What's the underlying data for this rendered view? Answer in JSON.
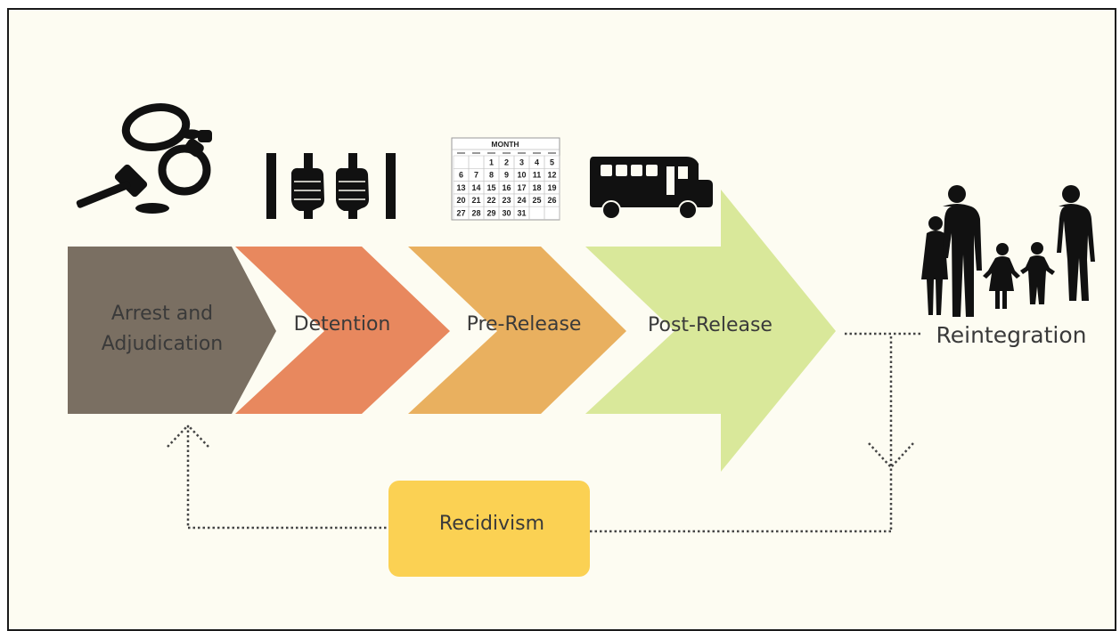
{
  "stages": [
    {
      "line1": "Arrest and",
      "line2": "Adjudication",
      "color": "#7a6f62"
    },
    {
      "line1": "Detention",
      "color": "#e8885e"
    },
    {
      "line1": "Pre-Release",
      "color": "#e9b05f"
    },
    {
      "line1": "Post-Release",
      "color": "#d9e89a"
    }
  ],
  "outcome": {
    "label": "Reintegration"
  },
  "loop": {
    "label": "Recidivism",
    "color": "#fbd153"
  },
  "calendar": {
    "title": "MONTH",
    "rows": [
      [
        "",
        "",
        "1",
        "2",
        "3",
        "4",
        "5"
      ],
      [
        "6",
        "7",
        "8",
        "9",
        "10",
        "11",
        "12"
      ],
      [
        "13",
        "14",
        "15",
        "16",
        "17",
        "18",
        "19"
      ],
      [
        "20",
        "21",
        "22",
        "23",
        "24",
        "25",
        "26"
      ],
      [
        "27",
        "28",
        "29",
        "30",
        "31",
        "",
        ""
      ]
    ]
  },
  "icons": [
    "gavel-handcuffs-icon",
    "jail-bars-icon",
    "calendar-icon",
    "bus-icon",
    "family-icon"
  ]
}
